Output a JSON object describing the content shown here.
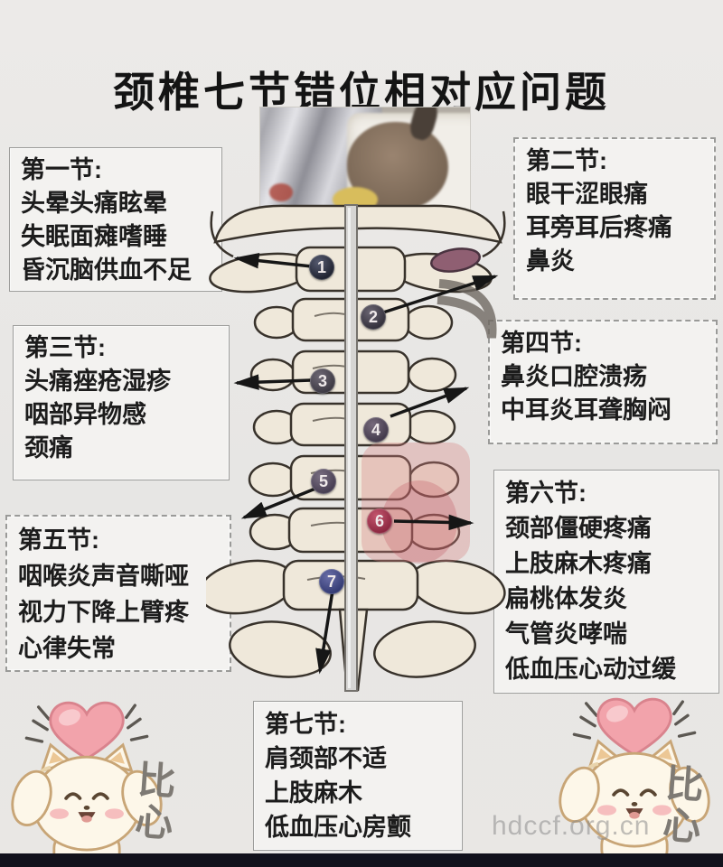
{
  "title": "颈椎七节错位相对应问题",
  "sections": [
    {
      "number": "1",
      "label": "第一节:",
      "lines": [
        "头晕头痛眩晕",
        "失眠面瘫嗜睡",
        "昏沉脑供血不足"
      ],
      "badge_style": "background:radial-gradient(circle at 38% 30%, #565b70, #1f2230 72%)"
    },
    {
      "number": "2",
      "label": "第二节:",
      "lines": [
        "眼干涩眼痛",
        "耳旁耳后疼痛",
        "鼻炎"
      ],
      "badge_style": "background:radial-gradient(circle at 38% 30%, #6a6572, #33303b 72%)"
    },
    {
      "number": "3",
      "label": "第三节:",
      "lines": [
        "头痛痤疮湿疹",
        "咽部异物感",
        "颈痛"
      ],
      "badge_style": "background:radial-gradient(circle at 38% 30%, #6e6874, #3d3943 72%)"
    },
    {
      "number": "4",
      "label": "第四节:",
      "lines": [
        "鼻炎口腔溃疡",
        "中耳炎耳聋胸闷"
      ],
      "badge_style": "background:radial-gradient(circle at 38% 30%, #776a7c, #42394b 72%)"
    },
    {
      "number": "5",
      "label": "第五节:",
      "lines": [
        "咽喉炎声音嘶哑",
        "视力下降上臂疼",
        "心律失常"
      ],
      "badge_style": "background:radial-gradient(circle at 38% 30%, #7a6f82, #463d51 72%)"
    },
    {
      "number": "6",
      "label": "第六节:",
      "lines": [
        "颈部僵硬疼痛",
        "上肢麻木疼痛",
        "扁桃体发炎",
        "气管炎哮喘",
        "低血压心动过缓"
      ],
      "badge_style": "background:radial-gradient(circle at 38% 30%, #c4576e, #8b2740 72%)"
    },
    {
      "number": "7",
      "label": "第七节:",
      "lines": [
        "肩颈部不适",
        "上肢麻木",
        "低血压心房颤"
      ],
      "badge_style": "background:radial-gradient(circle at 38% 30%, #6a6fa8, #333a73 72%)"
    }
  ],
  "stickers": {
    "caption": "比心"
  },
  "watermark": "hdccf.org.cn",
  "colors": {
    "background": "#e9e8e6",
    "bone": "#efe8da",
    "bone_outline": "#38322b",
    "inflamed_pink": "#d68282",
    "badge6_red": "#8b2740",
    "badge7_indigo": "#333a73",
    "heart_pink": "#f2a3ab",
    "bottom_bar": "#12121c"
  }
}
